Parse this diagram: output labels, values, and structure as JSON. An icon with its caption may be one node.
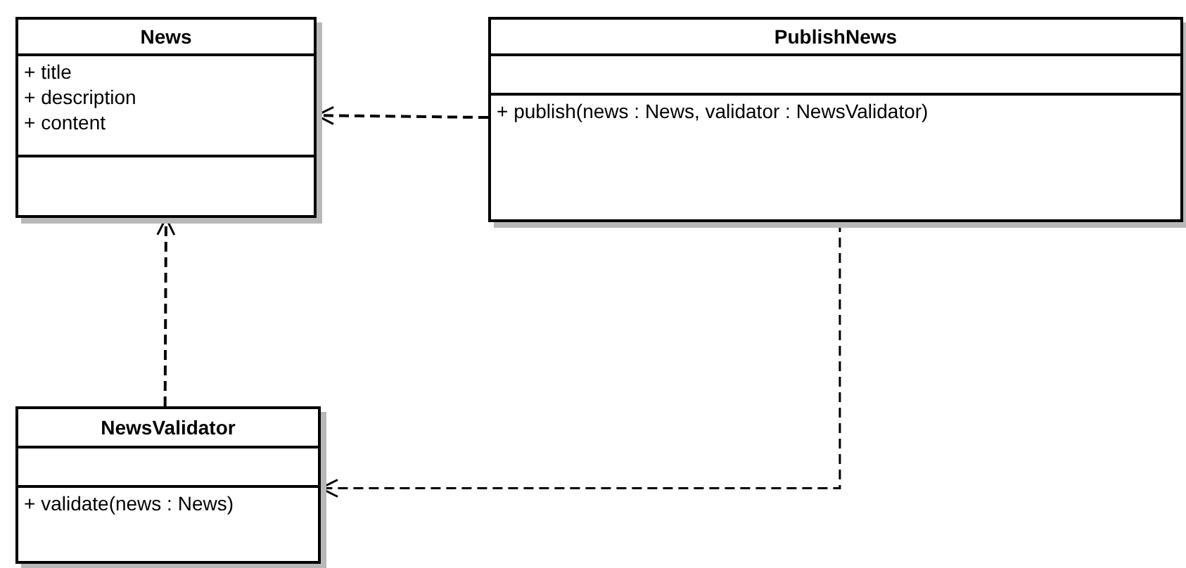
{
  "diagram": {
    "nodes": [
      {
        "text": [
          "News"
        ]
      },
      {
        "text": [
          "+ title",
          "+ description",
          "+ content"
        ],
        "in": 0
      },
      {
        "text": [],
        "shape": "box",
        "in": 0
      },
      {
        "text": [
          "PublishNews"
        ]
      },
      {
        "text": [],
        "shape": "box",
        "in": 3
      },
      {
        "text": [
          "+ publish(news : News, validator : NewsValidator)"
        ],
        "in": 3
      },
      {
        "text": [
          "NewsValidator"
        ]
      },
      {
        "text": [],
        "shape": "box",
        "in": 6
      },
      {
        "text": [
          "+ validate(news : News)"
        ],
        "in": 6
      }
    ],
    "edges": [
      {
        "from": 3,
        "to": 0,
        "arrow": "to",
        "style": "dashed"
      },
      {
        "from": 6,
        "to": 0,
        "arrow": "to",
        "style": "dashed"
      },
      {
        "from": 3,
        "to": 6,
        "arrow": "to",
        "style": "dashed"
      }
    ]
  }
}
